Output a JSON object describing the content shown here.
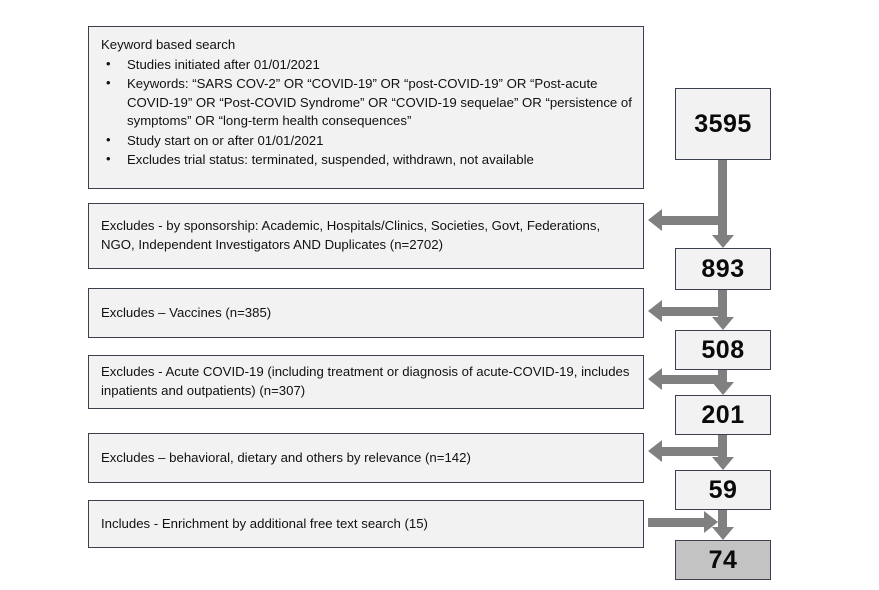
{
  "diagram": {
    "type": "prisma-style-study-selection-flowchart",
    "search_box": {
      "title": "Keyword based search",
      "bullets": [
        "Studies initiated after 01/01/2021",
        "Keywords: “SARS COV-2” OR “COVID-19” OR “post-COVID-19” OR “Post-acute COVID-19” OR “Post-COVID Syndrome” OR “COVID-19 sequelae” OR “persistence of symptoms” OR “long-term health consequences”",
        "Study start on or after 01/01/2021",
        "Excludes trial status: terminated, suspended, withdrawn, not available"
      ]
    },
    "filters": [
      {
        "id": "sponsorship",
        "kind": "exclude",
        "text": "Excludes - by sponsorship: Academic, Hospitals/Clinics, Societies, Govt, Federations, NGO, Independent Investigators AND Duplicates (n=2702)",
        "n": 2702
      },
      {
        "id": "vaccines",
        "kind": "exclude",
        "text": "Excludes – Vaccines (n=385)",
        "n": 385
      },
      {
        "id": "acute-covid",
        "kind": "exclude",
        "text": "Excludes - Acute COVID-19 (including treatment or diagnosis of acute-COVID-19, includes inpatients and outpatients) (n=307)",
        "n": 307
      },
      {
        "id": "behavioral-dietary",
        "kind": "exclude",
        "text": "Excludes – behavioral, dietary and others by relevance (n=142)",
        "n": 142
      },
      {
        "id": "free-text-enrichment",
        "kind": "include",
        "text": "Includes - Enrichment by additional free text search (15)",
        "n": 15
      }
    ],
    "counts": [
      {
        "id": "initial",
        "value": "3595",
        "highlight": false
      },
      {
        "id": "after-sponsorship",
        "value": "893",
        "highlight": false
      },
      {
        "id": "after-vaccines",
        "value": "508",
        "highlight": false
      },
      {
        "id": "after-acute-covid",
        "value": "201",
        "highlight": false
      },
      {
        "id": "after-behavioral",
        "value": "59",
        "highlight": false
      },
      {
        "id": "final-included",
        "value": "74",
        "highlight": true
      }
    ],
    "colors": {
      "box_fill": "#f2f2f2",
      "box_border": "#3a4050",
      "highlight_fill": "#c3c3c3",
      "arrow": "#808080",
      "text": "#111111",
      "background": "#ffffff"
    }
  }
}
